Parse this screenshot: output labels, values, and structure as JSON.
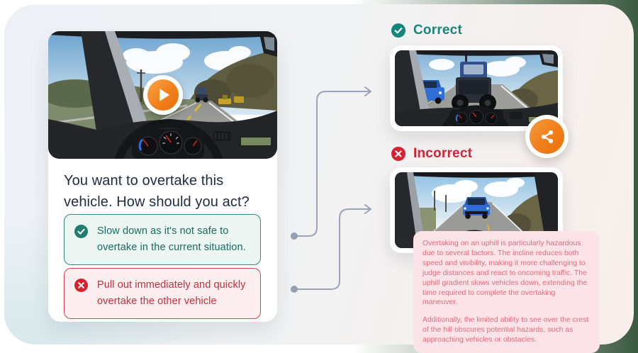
{
  "question_card": {
    "question": "You want to overtake this vehicle. How should you act?",
    "video_alt": "driver point-of-view approaching a tractor on a rural road",
    "options": [
      {
        "type": "correct",
        "text": "Slow down as it's not safe to overtake in the current situation."
      },
      {
        "type": "incorrect",
        "text": "Pull out immediately and quickly overtake the other vehicle"
      }
    ]
  },
  "outcomes": {
    "correct": {
      "label": "Correct"
    },
    "incorrect": {
      "label": "Incorrect"
    },
    "explanation": {
      "paragraph1": "Overtaking on an uphill is particularly hazardous due to several factors. The incline reduces both speed and visibility, making it more challenging to judge distances and react to oncoming traffic. The uphill gradient slows vehicles down, extending the time required to complete the overtaking maneuver.",
      "paragraph2": "Additionally, the limited ability to see over the crest of the hill obscures potential hazards, such as approaching vehicles or obstacles."
    }
  },
  "icons": {
    "play": "play-icon",
    "share": "share-icon",
    "check_circle": "check-circle-icon",
    "x_circle": "x-circle-icon",
    "arrow": "arrow-right-icon"
  },
  "colors": {
    "teal": "#16857b",
    "red": "#d42230",
    "orange": "#f1801c",
    "mint_bg": "#edf5f2",
    "rose_bg": "#fdeff0",
    "explanation_bg": "#fce3e7",
    "explanation_text": "#e26c7c",
    "connector": "#9aa4b6",
    "question_text": "#1e2c3c",
    "outside_green": "#3c5a42"
  }
}
